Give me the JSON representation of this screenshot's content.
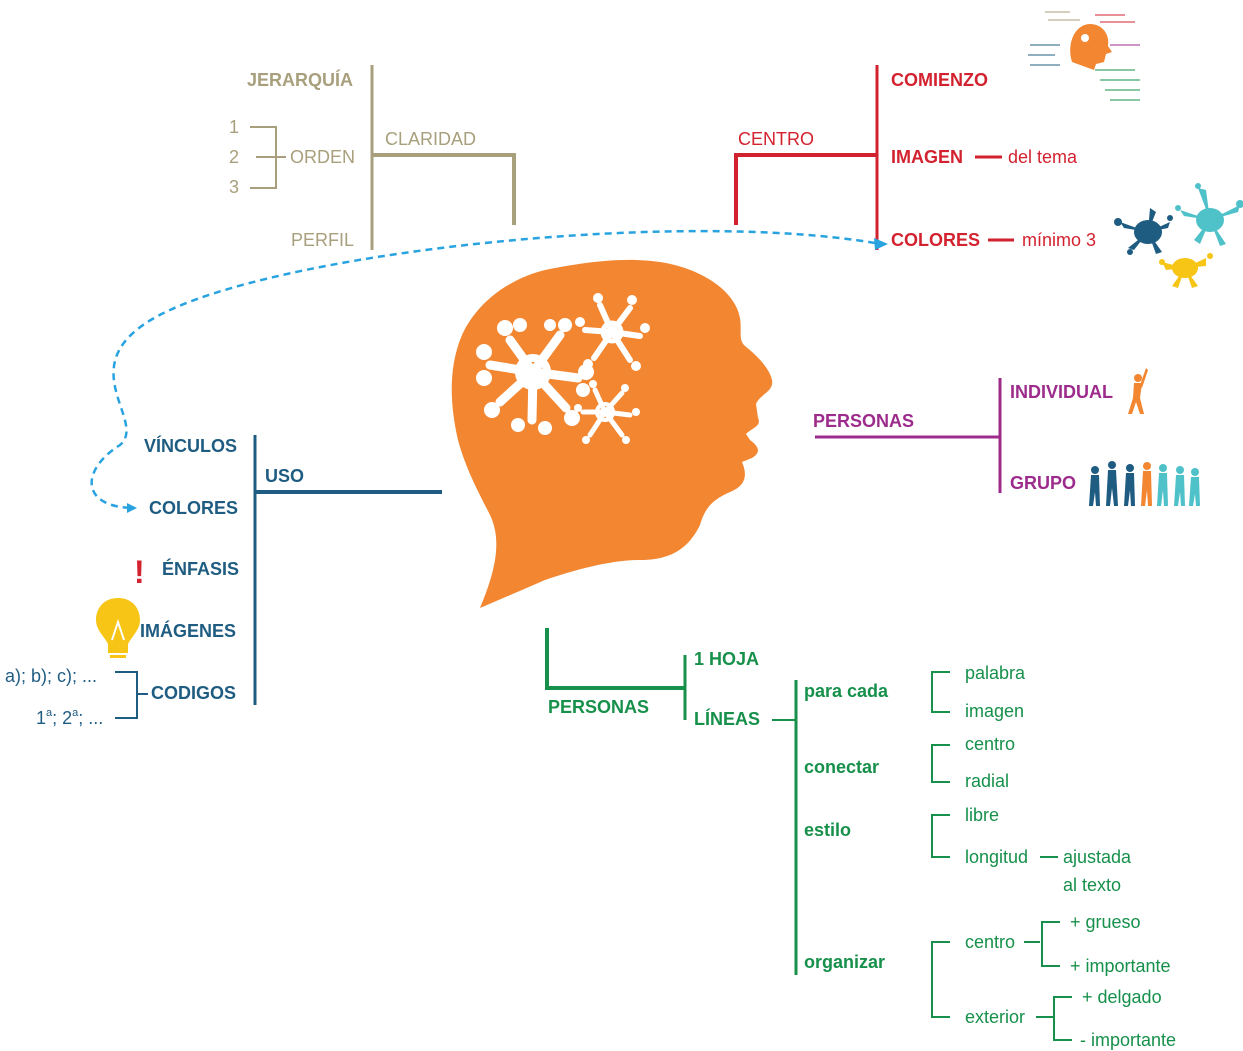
{
  "colors": {
    "tan": "#a89f7c",
    "red": "#d3222f",
    "blue": "#1f5c82",
    "purple": "#9c2b8c",
    "green": "#16904a",
    "orange": "#f28631",
    "link": "#29a3e0"
  },
  "claridad": {
    "label": "CLARIDAD",
    "jerarquia": "JERARQUÍA",
    "orden": "ORDEN",
    "perfil": "PERFIL",
    "nums": [
      "1",
      "2",
      "3"
    ]
  },
  "centro": {
    "label": "CENTRO",
    "comienzo": "COMIENZO",
    "imagen": "IMAGEN",
    "imagen_sub": "del tema",
    "colores": "COLORES",
    "colores_sub": "mínimo 3"
  },
  "uso": {
    "label": "USO",
    "vinculos": "VÍNCULOS",
    "colores": "COLORES",
    "enfasis": "ÉNFASIS",
    "enfasis_mark": "!",
    "imagenes": "IMÁGENES",
    "codigos": "CODIGOS",
    "codigos_a": "a); b); c); ...",
    "codigos_b1": "1",
    "codigos_b2": "; 2",
    "codigos_b3": "; ...",
    "ord_mark": "a"
  },
  "personas_top": {
    "label": "PERSONAS",
    "individual": "INDIVIDUAL",
    "grupo": "GRUPO"
  },
  "personas_bottom": {
    "label": "PERSONAS",
    "hoja": "1 HOJA",
    "lineas": "LÍNEAS",
    "para_cada": "para cada",
    "palabra": "palabra",
    "imagen": "imagen",
    "conectar": "conectar",
    "centro": "centro",
    "radial": "radial",
    "estilo": "estilo",
    "libre": "libre",
    "longitud": "longitud",
    "ajustada": "ajustada",
    "al_texto": "al texto",
    "organizar": "organizar",
    "org_centro": "centro",
    "grueso": "+ grueso",
    "importante_plus": "+ importante",
    "exterior": "exterior",
    "delgado": "+ delgado",
    "importante_minus": "- importante"
  }
}
